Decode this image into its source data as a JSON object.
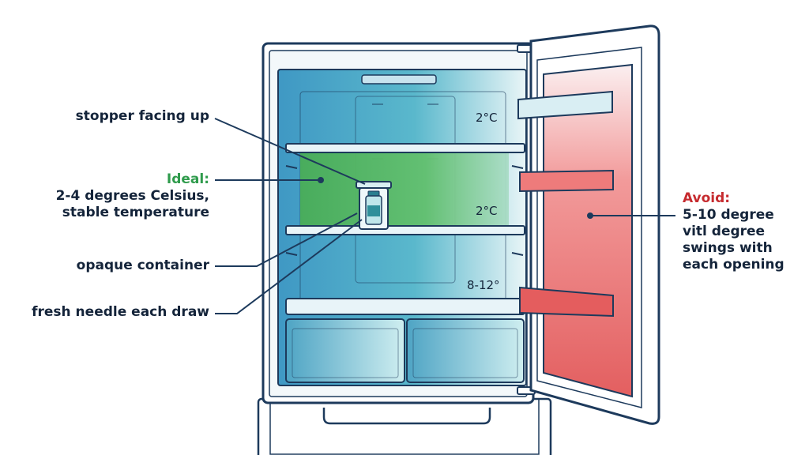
{
  "labels": {
    "stopper": "stopper facing up",
    "ideal_heading": "Ideal:",
    "ideal_line1": "2-4 degrees Celsius,",
    "ideal_line2": "stable temperature",
    "opaque": "opaque container",
    "needle": "fresh needle each draw",
    "avoid_heading": "Avoid:",
    "avoid_line1": "5-10 degree",
    "avoid_line2": "vitl degree",
    "avoid_line3": "swings with",
    "avoid_line4": "each opening"
  },
  "temperatures": {
    "top_shelf": "2°C",
    "middle_shelf": "2°C",
    "bottom_zone": "8-12°"
  },
  "colors": {
    "ideal": "#2f9b4c",
    "avoid": "#c62b2f",
    "outline": "#1d3a5c",
    "cool_blue": "#4aa3c8",
    "cool_teal": "#6cc9c8",
    "ideal_zone": "#59b868",
    "door_red": "#e86a6a"
  },
  "icons": [
    "refrigerator-icon",
    "vial-icon",
    "container-icon"
  ]
}
